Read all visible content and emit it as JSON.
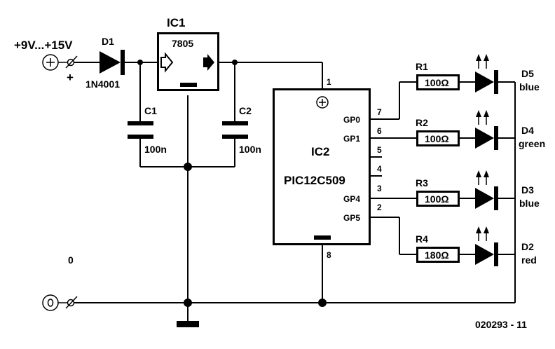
{
  "supply": {
    "label": "+9V...+15V",
    "plus_sign": "+",
    "ground_label": "0"
  },
  "d1": {
    "ref": "D1",
    "part": "1N4001"
  },
  "ic1": {
    "ref": "IC1",
    "part": "7805"
  },
  "c1": {
    "ref": "C1",
    "value": "100n"
  },
  "c2": {
    "ref": "C2",
    "value": "100n"
  },
  "ic2": {
    "ref": "IC2",
    "part": "PIC12C509",
    "pins": {
      "p1": "1",
      "p7": "7",
      "p6": "6",
      "p5": "5",
      "p4": "4",
      "p3": "3",
      "p2": "2",
      "p8": "8",
      "gp0": "GP0",
      "gp1": "GP1",
      "gp4": "GP4",
      "gp5": "GP5"
    }
  },
  "resistors": [
    {
      "ref": "R1",
      "value": "100Ω"
    },
    {
      "ref": "R2",
      "value": "100Ω"
    },
    {
      "ref": "R3",
      "value": "100Ω"
    },
    {
      "ref": "R4",
      "value": "180Ω"
    }
  ],
  "leds": [
    {
      "ref": "D5",
      "color": "blue"
    },
    {
      "ref": "D4",
      "color": "green"
    },
    {
      "ref": "D3",
      "color": "blue"
    },
    {
      "ref": "D2",
      "color": "red"
    }
  ],
  "figure_code": "020293 - 11"
}
